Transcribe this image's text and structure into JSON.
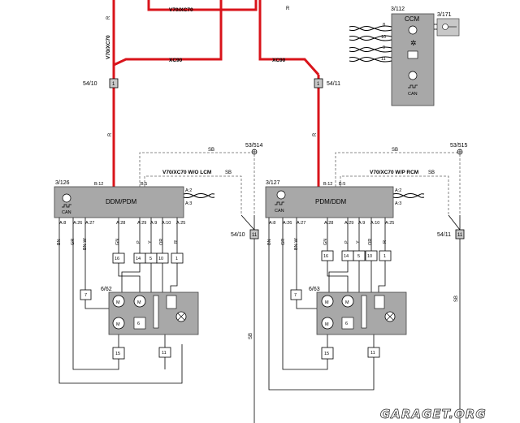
{
  "top": {
    "v70xc70_center": "V70/XC70",
    "r_center": "R",
    "v70xc70_vert": "V70/XC70",
    "r_left": "R",
    "xc90_left": "XC90",
    "xc90_right": "XC90"
  },
  "splices": {
    "left_id": "54/10",
    "left_label": "1",
    "right_id": "54/11",
    "right_label": "1"
  },
  "wire_left_r": "R",
  "wire_right_r": "R",
  "ccm": {
    "ref": "3/112",
    "title": "CCM",
    "pins": [
      "8",
      "10",
      "9",
      "11"
    ],
    "can": "CAN"
  },
  "sensor": {
    "ref": "3/171"
  },
  "ground_left": {
    "ref": "53/514",
    "sb": "SB",
    "sb2": "SB",
    "sb3": "SB"
  },
  "ground_right": {
    "ref": "53/515",
    "sb": "SB",
    "sb2": "SB",
    "sb3": "SB"
  },
  "ddm": {
    "ref": "3/126",
    "title": "DDM/PDM",
    "note": "V70/XC70  W/O LCM",
    "b5": "B:5",
    "b12": "B:12",
    "a2": "A:2",
    "a3": "A:3",
    "can": "CAN",
    "pins": [
      "A:8",
      "A:26",
      "A:27",
      "A:28",
      "A:29",
      "A:9",
      "A:10",
      "A:25"
    ],
    "wires": [
      "BN",
      "GR",
      "BN-W",
      "GN",
      "P",
      "Y",
      "OR",
      "R"
    ],
    "connector": [
      "16",
      "14",
      "5",
      "10",
      "1"
    ],
    "splice_id": "54/10",
    "splice_label": "11",
    "sb_right": "SB"
  },
  "pdm": {
    "ref": "3/127",
    "title": "PDM/DDM",
    "note": "V70/XC70  W/P RCM",
    "b5": "B:5",
    "b12": "B:12",
    "a2": "A:2",
    "a3": "A:3",
    "can": "CAN",
    "pins": [
      "A:8",
      "A:26",
      "A:27",
      "A:28",
      "A:29",
      "A:9",
      "A:10",
      "A:25"
    ],
    "wires": [
      "BN",
      "GR",
      "BN-W",
      "GN",
      "P",
      "Y",
      "OR",
      "R"
    ],
    "connector": [
      "16",
      "14",
      "5",
      "10",
      "1"
    ],
    "splice_id": "54/11",
    "splice_label": "11",
    "sb_right": "SB"
  },
  "mirror_left": {
    "ref": "6/62",
    "m1": "M",
    "m2": "M",
    "m3": "M",
    "c7": "7",
    "c15": "15",
    "c11": "11",
    "c6": "6"
  },
  "mirror_right": {
    "ref": "6/63",
    "m1": "M",
    "m2": "M",
    "m3": "M",
    "c7": "7",
    "c15": "15",
    "c11": "11",
    "c6": "6"
  },
  "watermark": "GARAGET.ORG"
}
